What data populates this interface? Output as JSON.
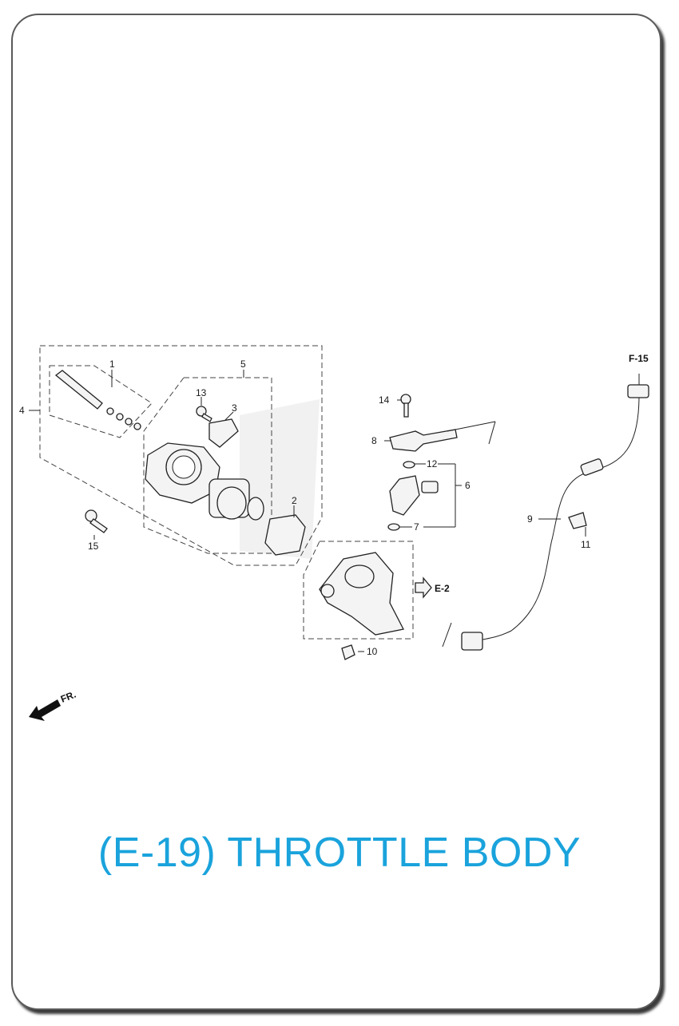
{
  "title": "(E-19) THROTTLE BODY",
  "accent_color": "#1aa3dc",
  "callouts": {
    "c1": "1",
    "c2": "2",
    "c3": "3",
    "c4": "4",
    "c5": "5",
    "c6": "6",
    "c7": "7",
    "c8": "8",
    "c9": "9",
    "c10": "10",
    "c11": "11",
    "c12": "12",
    "c13": "13",
    "c14": "14",
    "c15": "15"
  },
  "references": {
    "f15": "F-15",
    "e2": "E-2",
    "fr": "FR."
  },
  "icons": [
    "front-direction-arrow-icon",
    "reference-arrow-icon"
  ]
}
